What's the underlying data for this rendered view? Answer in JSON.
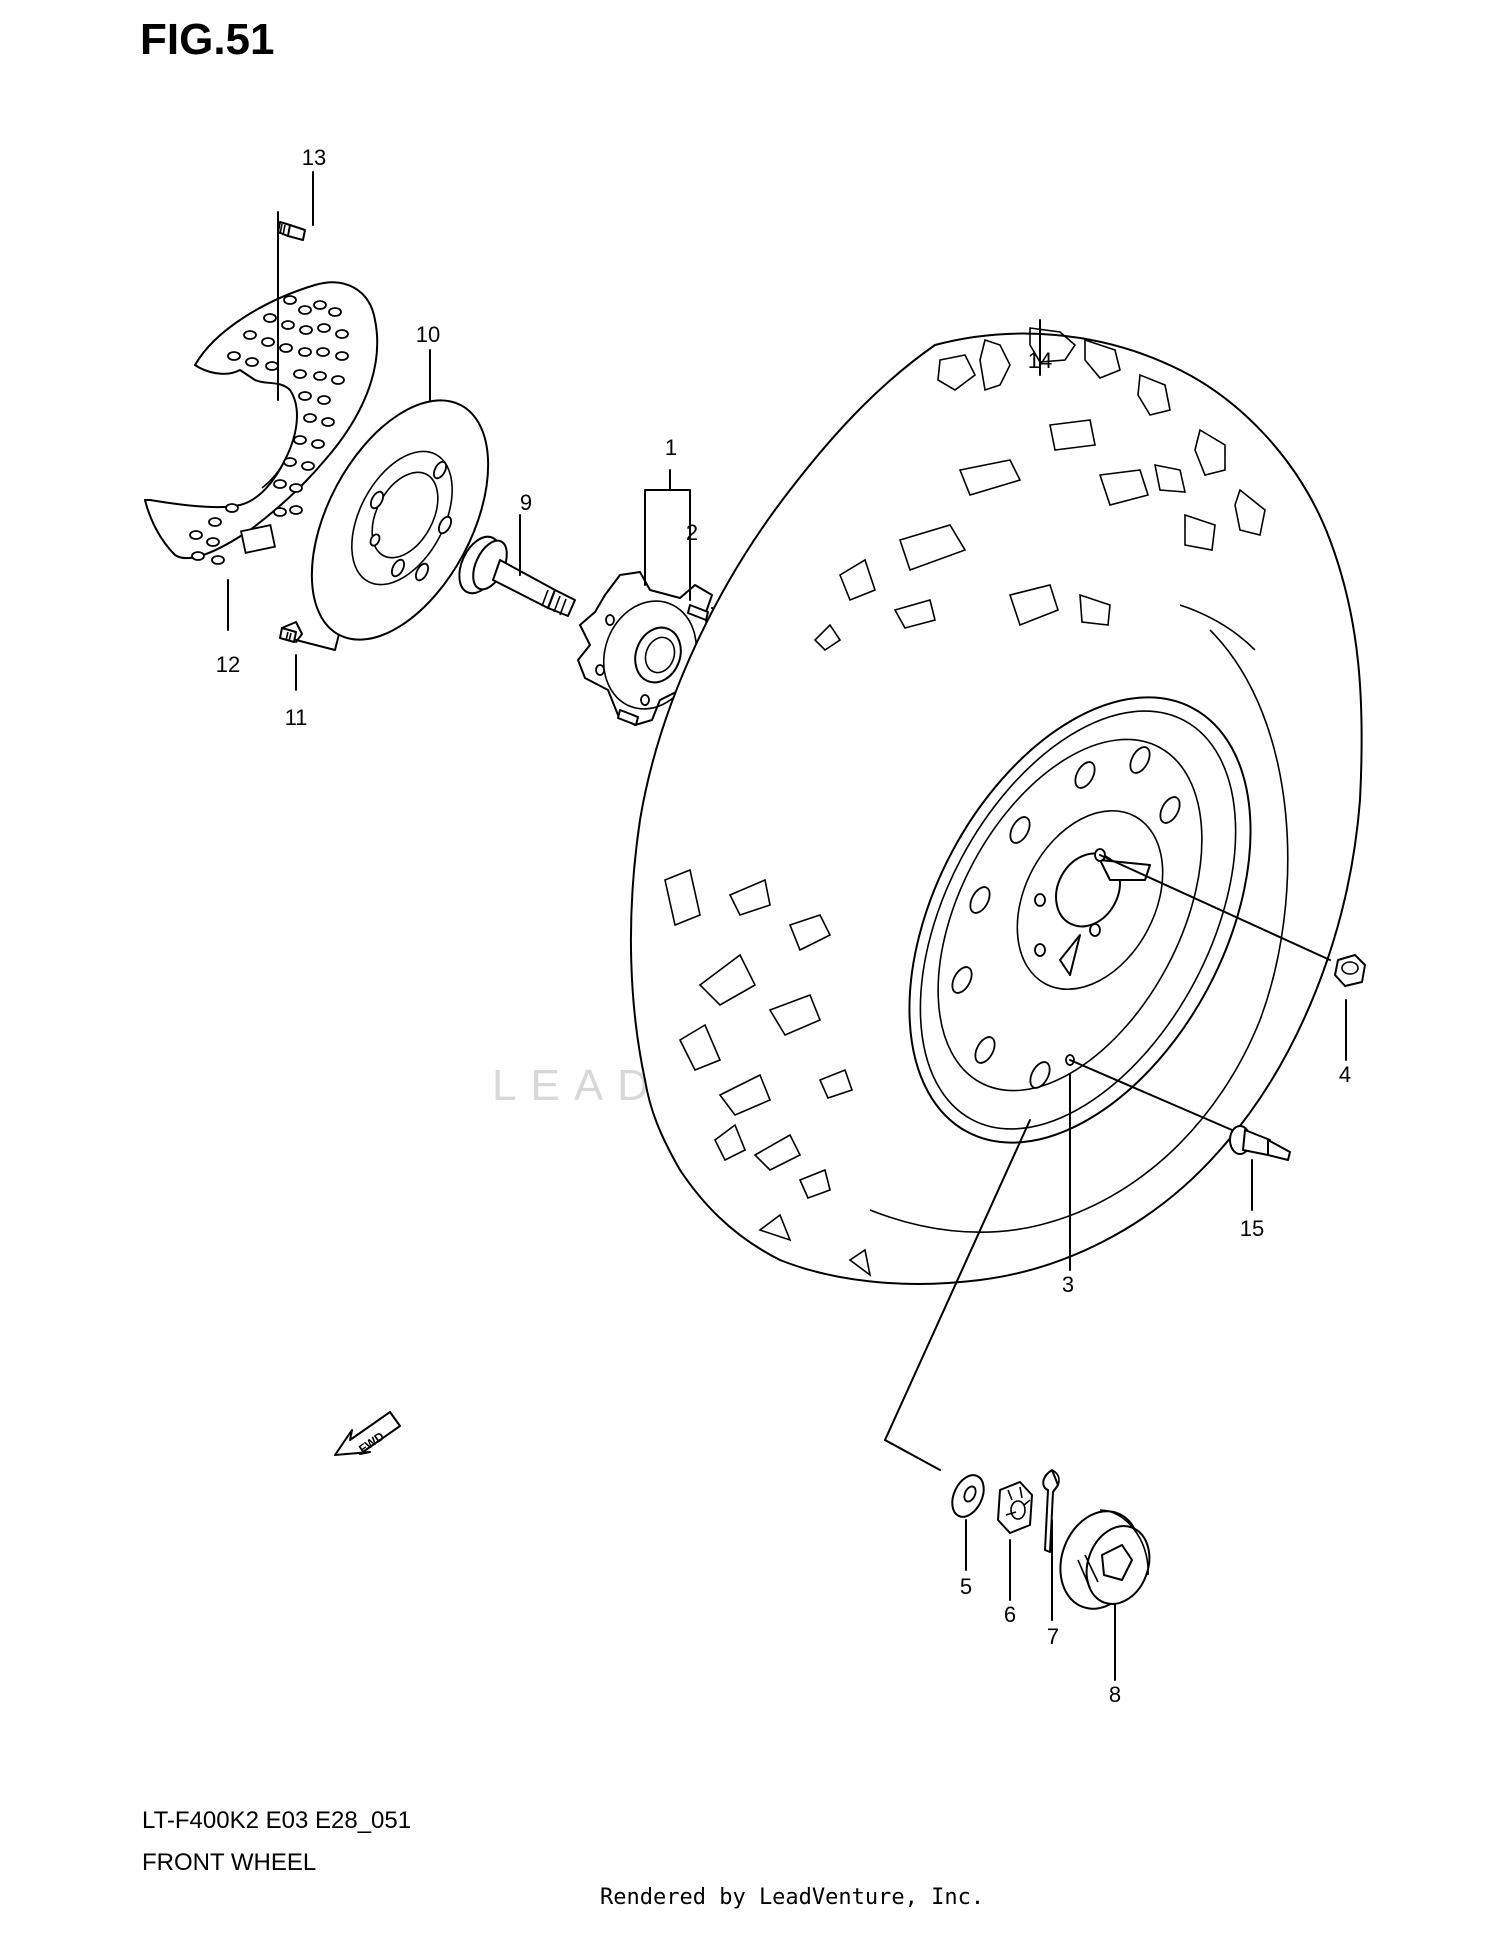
{
  "figure": {
    "title": "FIG.51"
  },
  "callouts": {
    "c1": "1",
    "c2": "2",
    "c3": "3",
    "c4": "4",
    "c5": "5",
    "c6": "6",
    "c7": "7",
    "c8": "8",
    "c9": "9",
    "c10": "10",
    "c11": "11",
    "c12": "12",
    "c13": "13",
    "c14": "14",
    "c15": "15"
  },
  "fwd_label": "FWD",
  "watermark": "LEADVENTURE",
  "footer": {
    "model_code": "LT-F400K2 E03 E28_051",
    "section_name": "FRONT WHEEL",
    "rendered_by": "Rendered by LeadVenture, Inc."
  },
  "colors": {
    "line": "#000000",
    "background": "#ffffff",
    "watermark": "#d8d8d8"
  }
}
